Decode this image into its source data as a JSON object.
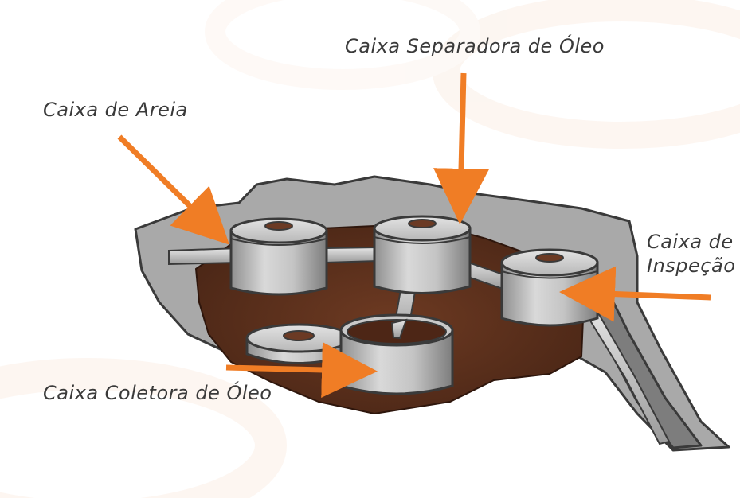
{
  "labels": {
    "separadora": "Caixa Separadora de Óleo",
    "areia": "Caixa de Areia",
    "inspecao_line1": "Caixa de",
    "inspecao_line2": "Inspeção",
    "coletora": "Caixa Coletora de Óleo"
  },
  "colors": {
    "arrow": "#f07d25",
    "ground": "#5a3020",
    "slab": "#a8a8a8",
    "box": "#c8c8c8",
    "outline": "#3a3a3a",
    "label_text": "#3a3a3a"
  }
}
